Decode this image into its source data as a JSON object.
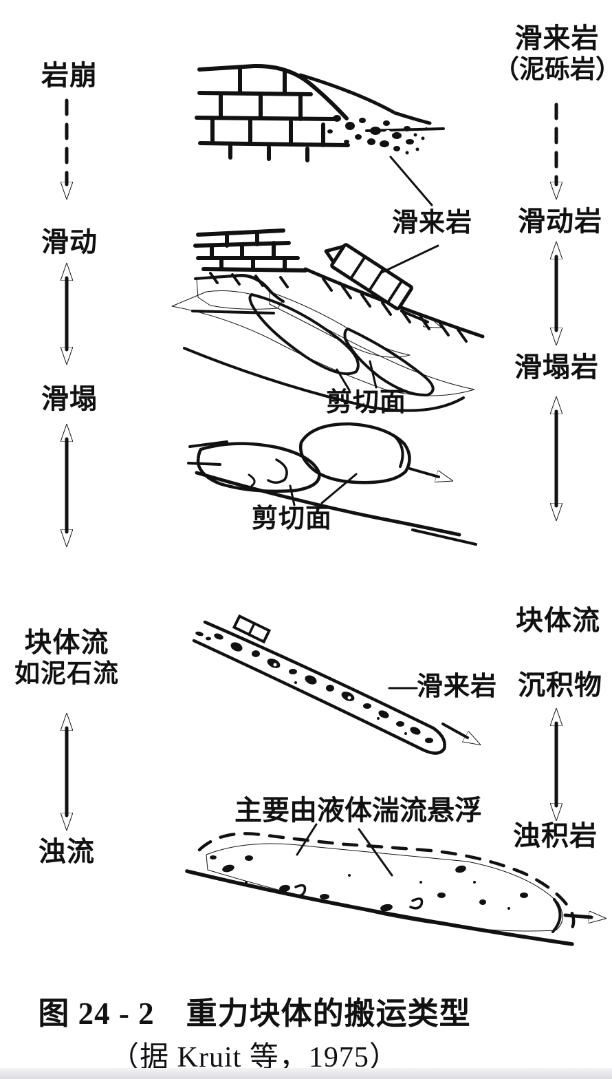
{
  "figure": {
    "ink_color": "#111111",
    "background_color": "#ffffff"
  },
  "left_column": {
    "items": [
      {
        "label": "岩崩"
      },
      {
        "label": "滑动"
      },
      {
        "label": "滑塌"
      },
      {
        "label": "块体流",
        "sublabel": "如泥石流"
      },
      {
        "label": "浊流"
      }
    ]
  },
  "right_column": {
    "items": [
      {
        "label": "滑来岩",
        "sublabel": "（泥砾岩）"
      },
      {
        "label": "滑动岩"
      },
      {
        "label": "滑塌岩"
      },
      {
        "label": "块体流",
        "sublabel": "沉积物"
      },
      {
        "label": "浊积岩"
      }
    ]
  },
  "annotations": {
    "olistolith_upper": "滑来岩",
    "shear_plane_upper": "剪切面",
    "shear_plane_lower": "剪切面",
    "olistolith_debris_flow": "滑来岩",
    "turbulent_suspension": "主要由液体湍流悬浮"
  },
  "caption": {
    "line1": "图 24 - 2　重力块体的搬运类型",
    "line2": "（据 Kruit 等，1975）"
  }
}
